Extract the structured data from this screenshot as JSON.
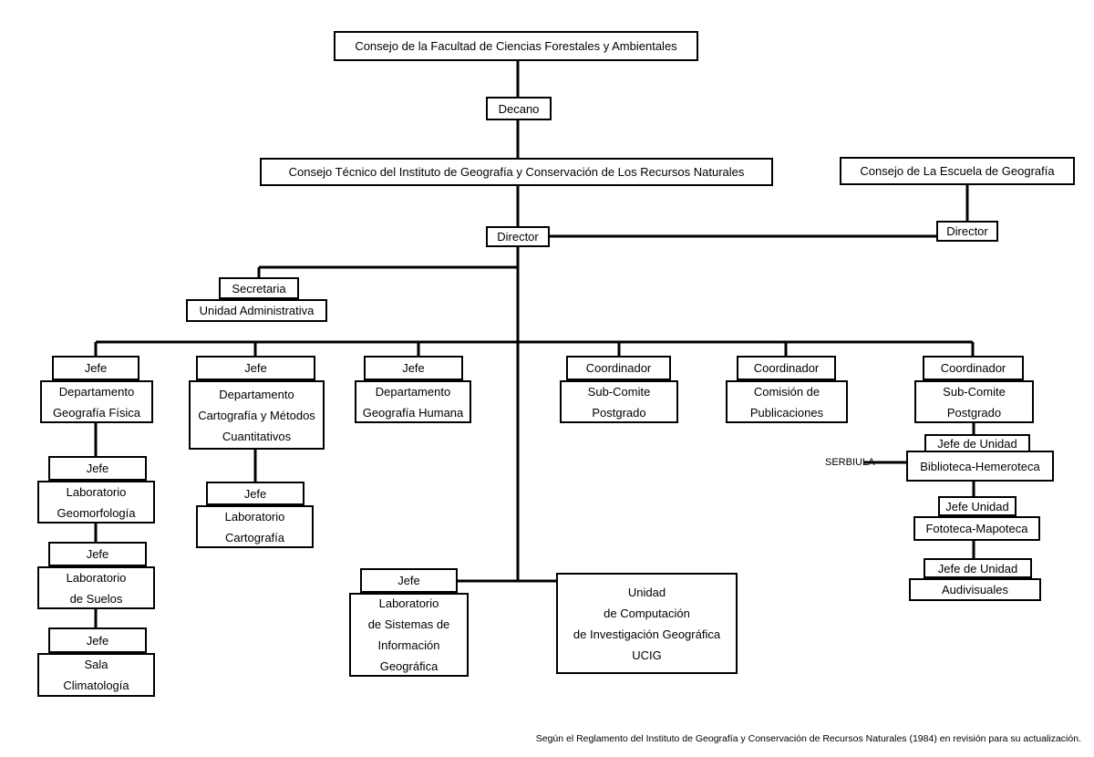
{
  "boxes": {
    "consejo_facultad": [
      "Consejo de la Facultad de Ciencias Forestales y Ambientales"
    ],
    "decano": [
      "Decano"
    ],
    "consejo_tecnico": [
      "Consejo Técnico del Instituto de Geografía y Conservación de Los Recursos Naturales"
    ],
    "consejo_escuela": [
      "Consejo de La Escuela de Geografía"
    ],
    "director_instituto": [
      "Director"
    ],
    "director_escuela": [
      "Director"
    ],
    "secretaria": [
      "Secretaria"
    ],
    "unidad_administrativa": [
      "Unidad Administrativa"
    ],
    "jefe_fisica": [
      "Jefe"
    ],
    "dept_fisica": [
      "Departamento",
      "Geografía Física"
    ],
    "jefe_cartografia": [
      "Jefe"
    ],
    "dept_cartografia": [
      "Departamento",
      "Cartografía y Métodos",
      "Cuantitativos"
    ],
    "jefe_humana": [
      "Jefe"
    ],
    "dept_humana": [
      "Departamento",
      "Geografía Humana"
    ],
    "coord_postgrado_1": [
      "Coordinador"
    ],
    "subcomite_postgrado_1": [
      "Sub-Comite",
      "Postgrado"
    ],
    "coord_publicaciones": [
      "Coordinador"
    ],
    "comision_publicaciones": [
      "Comisión de",
      "Publicaciones"
    ],
    "coord_postgrado_2": [
      "Coordinador"
    ],
    "subcomite_postgrado_2": [
      "Sub-Comite",
      "Postgrado"
    ],
    "jefe_geomorfologia": [
      "Jefe"
    ],
    "lab_geomorfologia": [
      "Laboratorio",
      "Geomorfología"
    ],
    "jefe_suelos": [
      "Jefe"
    ],
    "lab_suelos": [
      "Laboratorio",
      "de Suelos"
    ],
    "jefe_climatologia": [
      "Jefe"
    ],
    "sala_climatologia": [
      "Sala",
      "Climatología"
    ],
    "jefe_lab_cartografia": [
      "Jefe"
    ],
    "lab_cartografia": [
      "Laboratorio",
      "Cartografía"
    ],
    "jefe_sig": [
      "Jefe"
    ],
    "lab_sig": [
      "Laboratorio",
      "de Sistemas de",
      "Información",
      "Geográfica"
    ],
    "ucig": [
      "Unidad",
      "de Computación",
      "de Investigación Geográfica",
      "UCIG"
    ],
    "jefe_biblioteca": [
      "Jefe de Unidad"
    ],
    "biblioteca": [
      "Biblioteca-Hemeroteca"
    ],
    "jefe_fototeca": [
      "Jefe Unidad"
    ],
    "fototeca": [
      "Fototeca-Mapoteca"
    ],
    "jefe_audiovisuales": [
      "Jefe de Unidad"
    ],
    "audiovisuales": [
      "Audivisuales"
    ]
  },
  "serbiula_label": "SERBIULA",
  "footnote": "Según el Reglamento del Instituto de Geografía y Conservación de Recursos Naturales (1984) en revisión para su actualización."
}
